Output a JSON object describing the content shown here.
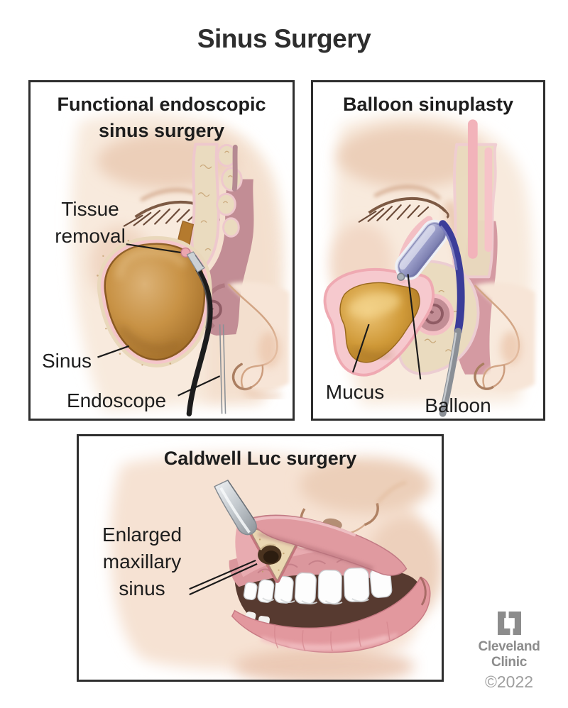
{
  "title": "Sinus Surgery",
  "panels": [
    {
      "title": "Functional endoscopic sinus surgery",
      "labels": {
        "tissue_removal": "Tissue removal",
        "sinus": "Sinus",
        "endoscope": "Endoscope"
      }
    },
    {
      "title": "Balloon sinuplasty",
      "labels": {
        "mucus": "Mucus",
        "balloon": "Balloon"
      }
    },
    {
      "title": "Caldwell Luc surgery",
      "labels": {
        "enlarged": "Enlarged maxillary sinus"
      }
    }
  ],
  "footer": {
    "brand_line1": "Cleveland",
    "brand_line2": "Clinic",
    "copyright": "©2022"
  },
  "colors": {
    "text": "#1d1d1d",
    "panel_border": "#2e2e2e",
    "skin": "#f6e2d3",
    "bone_cream": "#eadbbf",
    "mucosa_pink": "#f5c6cb",
    "nasal_cavity_mauve": "#c28d95",
    "sinus_fill_brown": "#b47a2e",
    "mucus_amber": "#d09a39",
    "balloon_lavender": "#9b9ec9",
    "catheter_indigo": "#3b3d99",
    "endoscope_black": "#1c1c1c",
    "instrument_silver": "#c3c9ce",
    "lip_pink": "#e2989e",
    "teeth_white": "#fdfdfd",
    "logo_gray": "#8c8c8c"
  }
}
